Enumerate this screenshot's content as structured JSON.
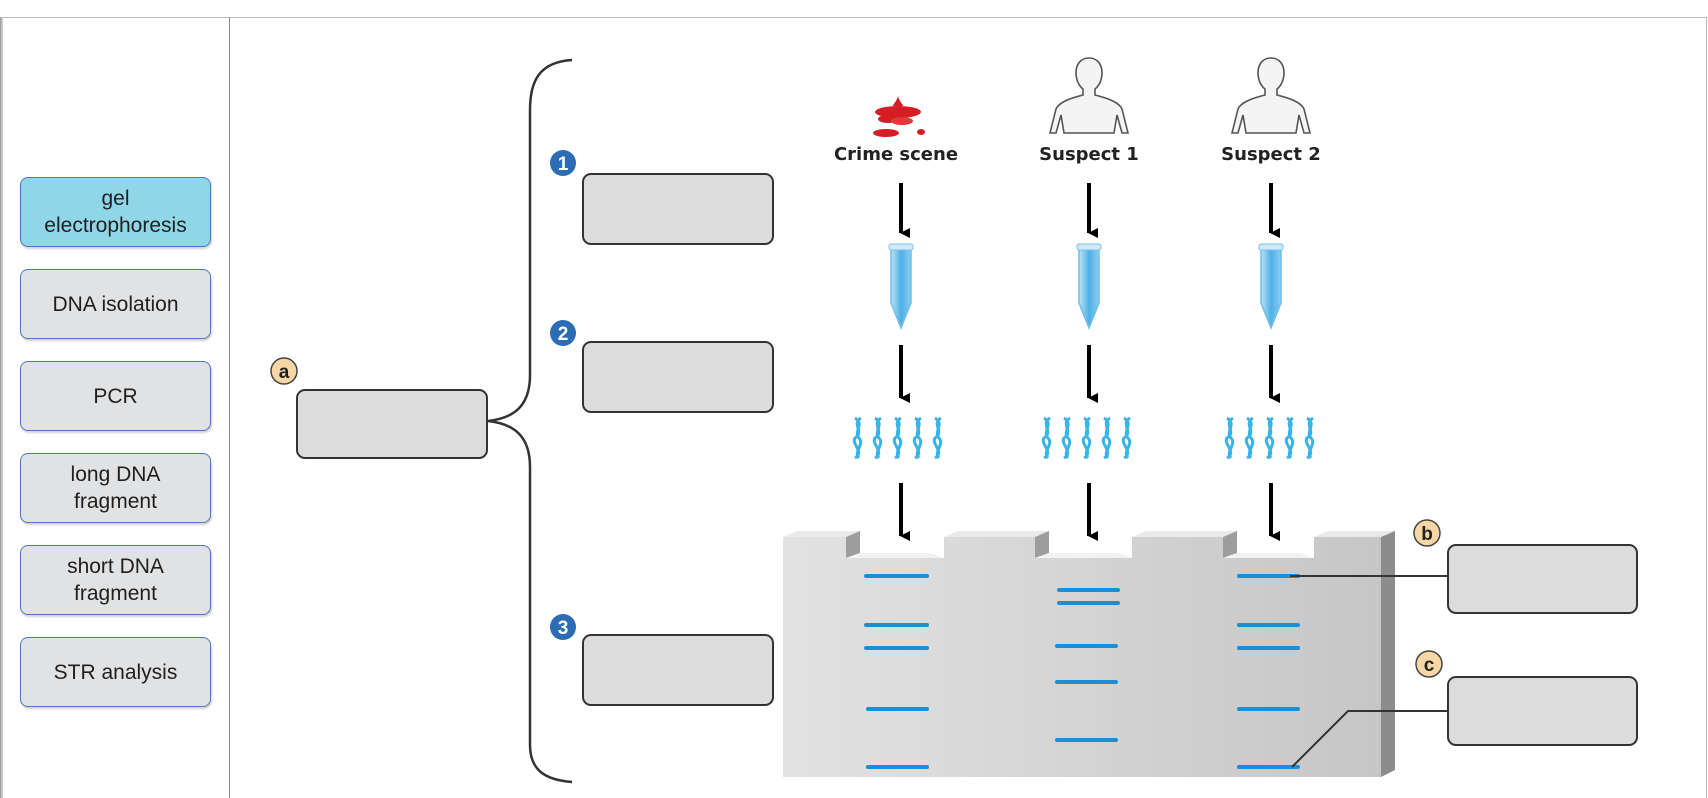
{
  "label_bank": {
    "items": [
      {
        "label": "gel\nelectrophoresis",
        "selected": true
      },
      {
        "label": "DNA isolation",
        "selected": false
      },
      {
        "label": "PCR",
        "selected": false
      },
      {
        "label": "long DNA\nfragment",
        "selected": false
      },
      {
        "label": "short DNA\nfragment",
        "selected": false
      },
      {
        "label": "STR analysis",
        "selected": false
      }
    ]
  },
  "diagram": {
    "samples": [
      "Crime scene",
      "Suspect 1",
      "Suspect 2"
    ],
    "markers": {
      "a": "a",
      "b": "b",
      "c": "c",
      "step1": "1",
      "step2": "2",
      "step3": "3"
    },
    "targets": {
      "a": "",
      "b": "",
      "c": "",
      "step1": "",
      "step2": "",
      "step3": ""
    }
  },
  "colors": {
    "selected_label": "#8fd6e8",
    "label_border": "#4c78bf",
    "step_badge": "#2b6cb5",
    "letter_badge": "#f7d7a3",
    "band": "#1a8fd8",
    "dna": "#3ab4e6",
    "blood": "#d41e24"
  }
}
